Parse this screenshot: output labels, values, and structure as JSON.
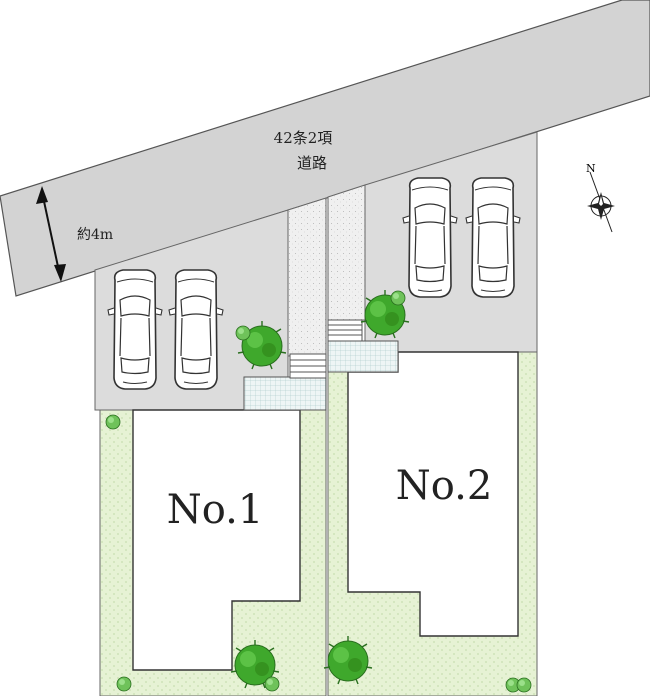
{
  "road": {
    "name_line1": "42条2項",
    "name_line2": "道路",
    "width_label": "約4m"
  },
  "lots": [
    {
      "label": "No.1"
    },
    {
      "label": "No.2"
    }
  ],
  "compass": {
    "label": "N"
  },
  "colors": {
    "road": "#d3d3d3",
    "parking": "#dcdcdc",
    "lawn": "#e6f2d4",
    "tree": "#3fa82c",
    "tile": "#eaf2f2",
    "gravel": "#eeeeee",
    "outline": "#555555"
  }
}
